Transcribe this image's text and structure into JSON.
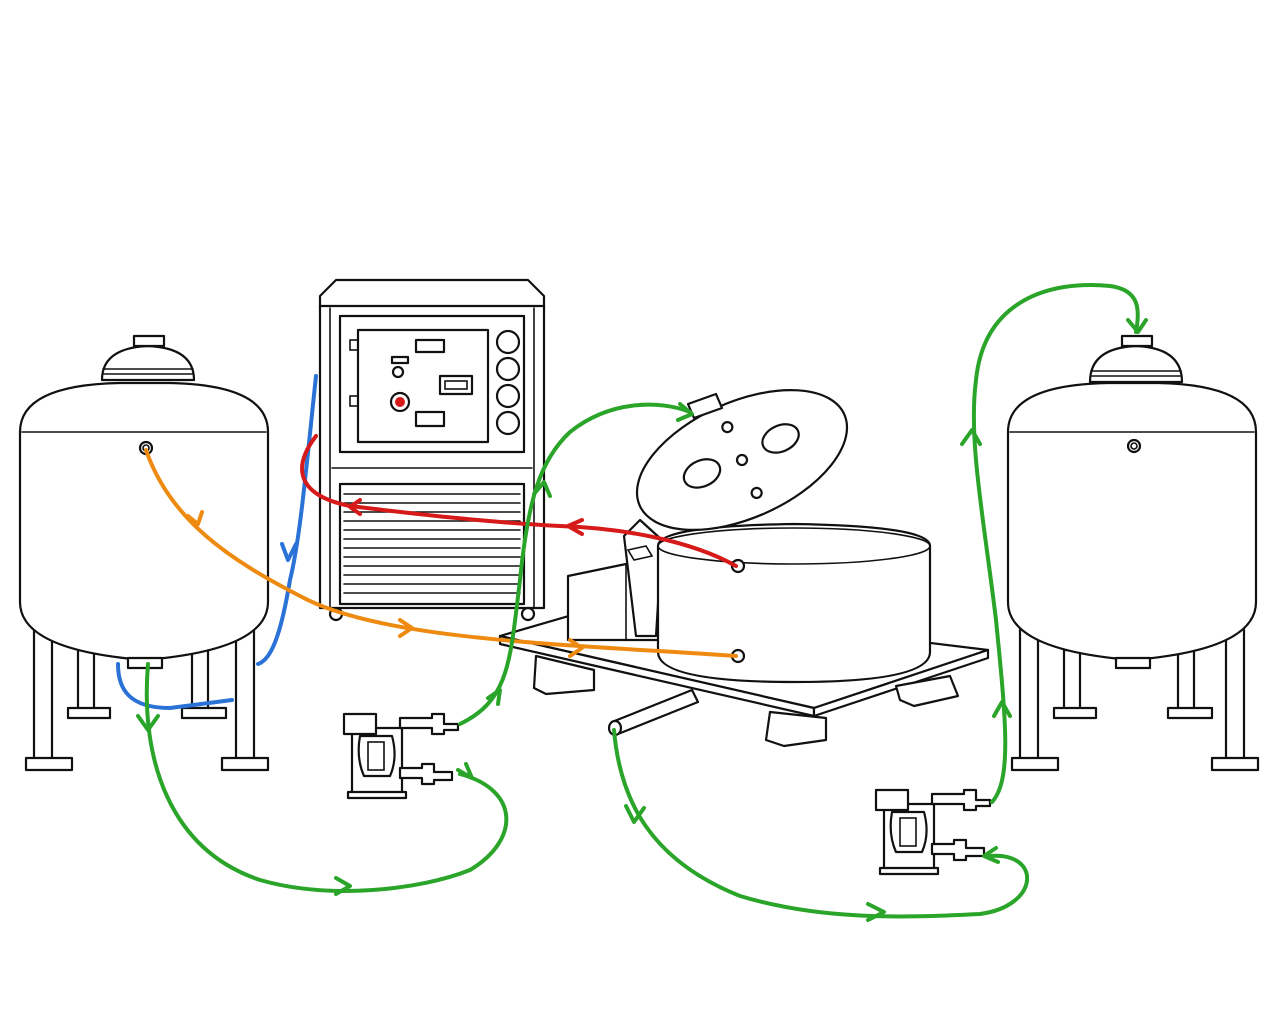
{
  "colors": {
    "background": "#ffffff",
    "outline": "#111111",
    "cold_supply_line": "#2a72d6",
    "hot_return_line": "#d61a1a",
    "transfer_line": "#ee8a10",
    "product_line": "#2aa52a",
    "indicator_light": "#d61a1a"
  },
  "components": [
    {
      "id": "left-storage-tank",
      "icon": "jacketed-vessel-icon"
    },
    {
      "id": "chiller-unit",
      "icon": "temperature-control-unit-icon"
    },
    {
      "id": "centrifuge",
      "icon": "basket-centrifuge-icon"
    },
    {
      "id": "right-storage-tank",
      "icon": "jacketed-vessel-icon"
    },
    {
      "id": "left-pump",
      "icon": "diaphragm-pump-icon"
    },
    {
      "id": "right-pump",
      "icon": "diaphragm-pump-icon"
    }
  ],
  "flows": [
    {
      "id": "left-tank-to-centrifuge",
      "color": "transfer_line"
    },
    {
      "id": "chiller-to-left-tank",
      "color": "cold_supply_line"
    },
    {
      "id": "centrifuge-to-chiller",
      "color": "hot_return_line"
    },
    {
      "id": "left-tank-to-centrifuge-via-pump",
      "color": "product_line"
    },
    {
      "id": "centrifuge-to-right-tank-via-pump",
      "color": "product_line"
    }
  ]
}
